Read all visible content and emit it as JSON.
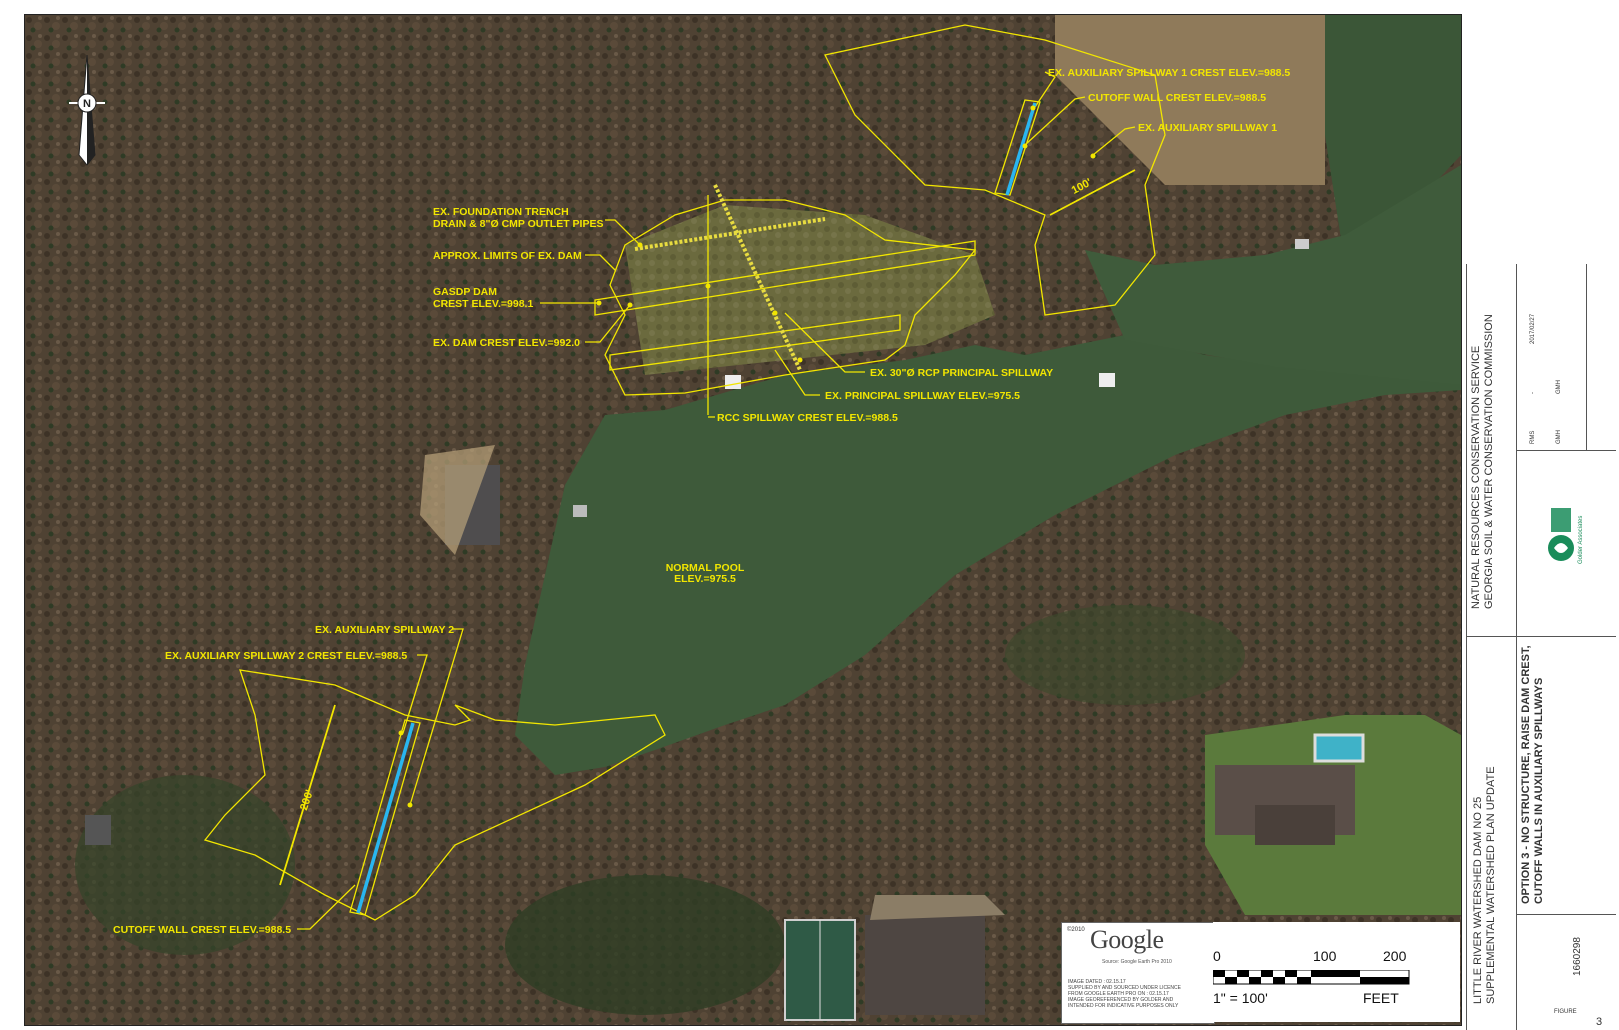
{
  "map": {
    "north_arrow_letter": "N",
    "labels": {
      "aux1_crest": "EX. AUXILIARY SPILLWAY 1 CREST ELEV.=988.5",
      "cutoff_wall_1": "CUTOFF WALL CREST ELEV.=988.5",
      "aux1": "EX. AUXILIARY SPILLWAY 1",
      "dim_100": "100'",
      "foundation_trench_1": "EX. FOUNDATION TRENCH",
      "foundation_trench_2": "DRAIN & 8\"Ø CMP OUTLET PIPES",
      "limits_dam": "APPROX. LIMITS OF EX. DAM",
      "gasdp_1": "GASDP DAM",
      "gasdp_2": "CREST ELEV.=998.1",
      "dam_crest": "EX. DAM CREST ELEV.=992.0",
      "rcp_spillway": "EX. 30\"Ø RCP PRINCIPAL SPILLWAY",
      "principal_spillway": "EX. PRINCIPAL SPILLWAY ELEV.=975.5",
      "rcc_spillway": "RCC SPILLWAY CREST ELEV.=988.5",
      "normal_pool_1": "NORMAL POOL",
      "normal_pool_2": "ELEV.=975.5",
      "aux2": "EX. AUXILIARY SPILLWAY 2",
      "aux2_crest": "EX. AUXILIARY SPILLWAY 2 CREST ELEV.=988.5",
      "dim_200": "200'",
      "cutoff_wall_2": "CUTOFF WALL CREST ELEV.=988.5"
    },
    "colors": {
      "annotation": "#f2e600",
      "cutoff_wall": "#29b6f0",
      "water": "#3e5a3a",
      "forest": "#4a3d2e"
    }
  },
  "google": {
    "copyright": "©2010",
    "logo": "Google",
    "source": "Source: Google Earth Pro 2010",
    "notes": [
      "IMAGE DATED : 02.15.17",
      "SUPPLIED BY AND SOURCED UNDER LICENCE",
      "FROM GOOGLE EARTH PRO ON : 02.15.17",
      "IMAGE GEOREFERENCED BY GOLDER AND",
      "INTENDED FOR INDICATIVE PURPOSES ONLY"
    ]
  },
  "scale": {
    "tick_labels": [
      "0",
      "100",
      "200"
    ],
    "ratio": "1\" = 100'",
    "unit": "FEET"
  },
  "title_block": {
    "client_1": "NATURAL RESOURCES CONSERVATION SERVICE",
    "client_2": "GEORGIA SOIL & WATER CONSERVATION COMMISSION",
    "date": "2017/02/27",
    "dash": "-",
    "rms": "RMS",
    "gmh_1": "GMH",
    "gmh_2": "GMH",
    "logo": "Golder Associates",
    "project_1": "LITTLE RIVER WATERSHED DAM NO 25",
    "project_2": "SUPPLEMENTAL WATERSHED PLAN UPDATE",
    "title_1": "OPTION 3 - NO STRUCTURE, RAISE DAM CREST,",
    "title_2": "CUTOFF WALLS IN AUXILIARY SPILLWAYS",
    "project_no": "1660298",
    "figure_label": "FIGURE",
    "figure_no": "3"
  }
}
